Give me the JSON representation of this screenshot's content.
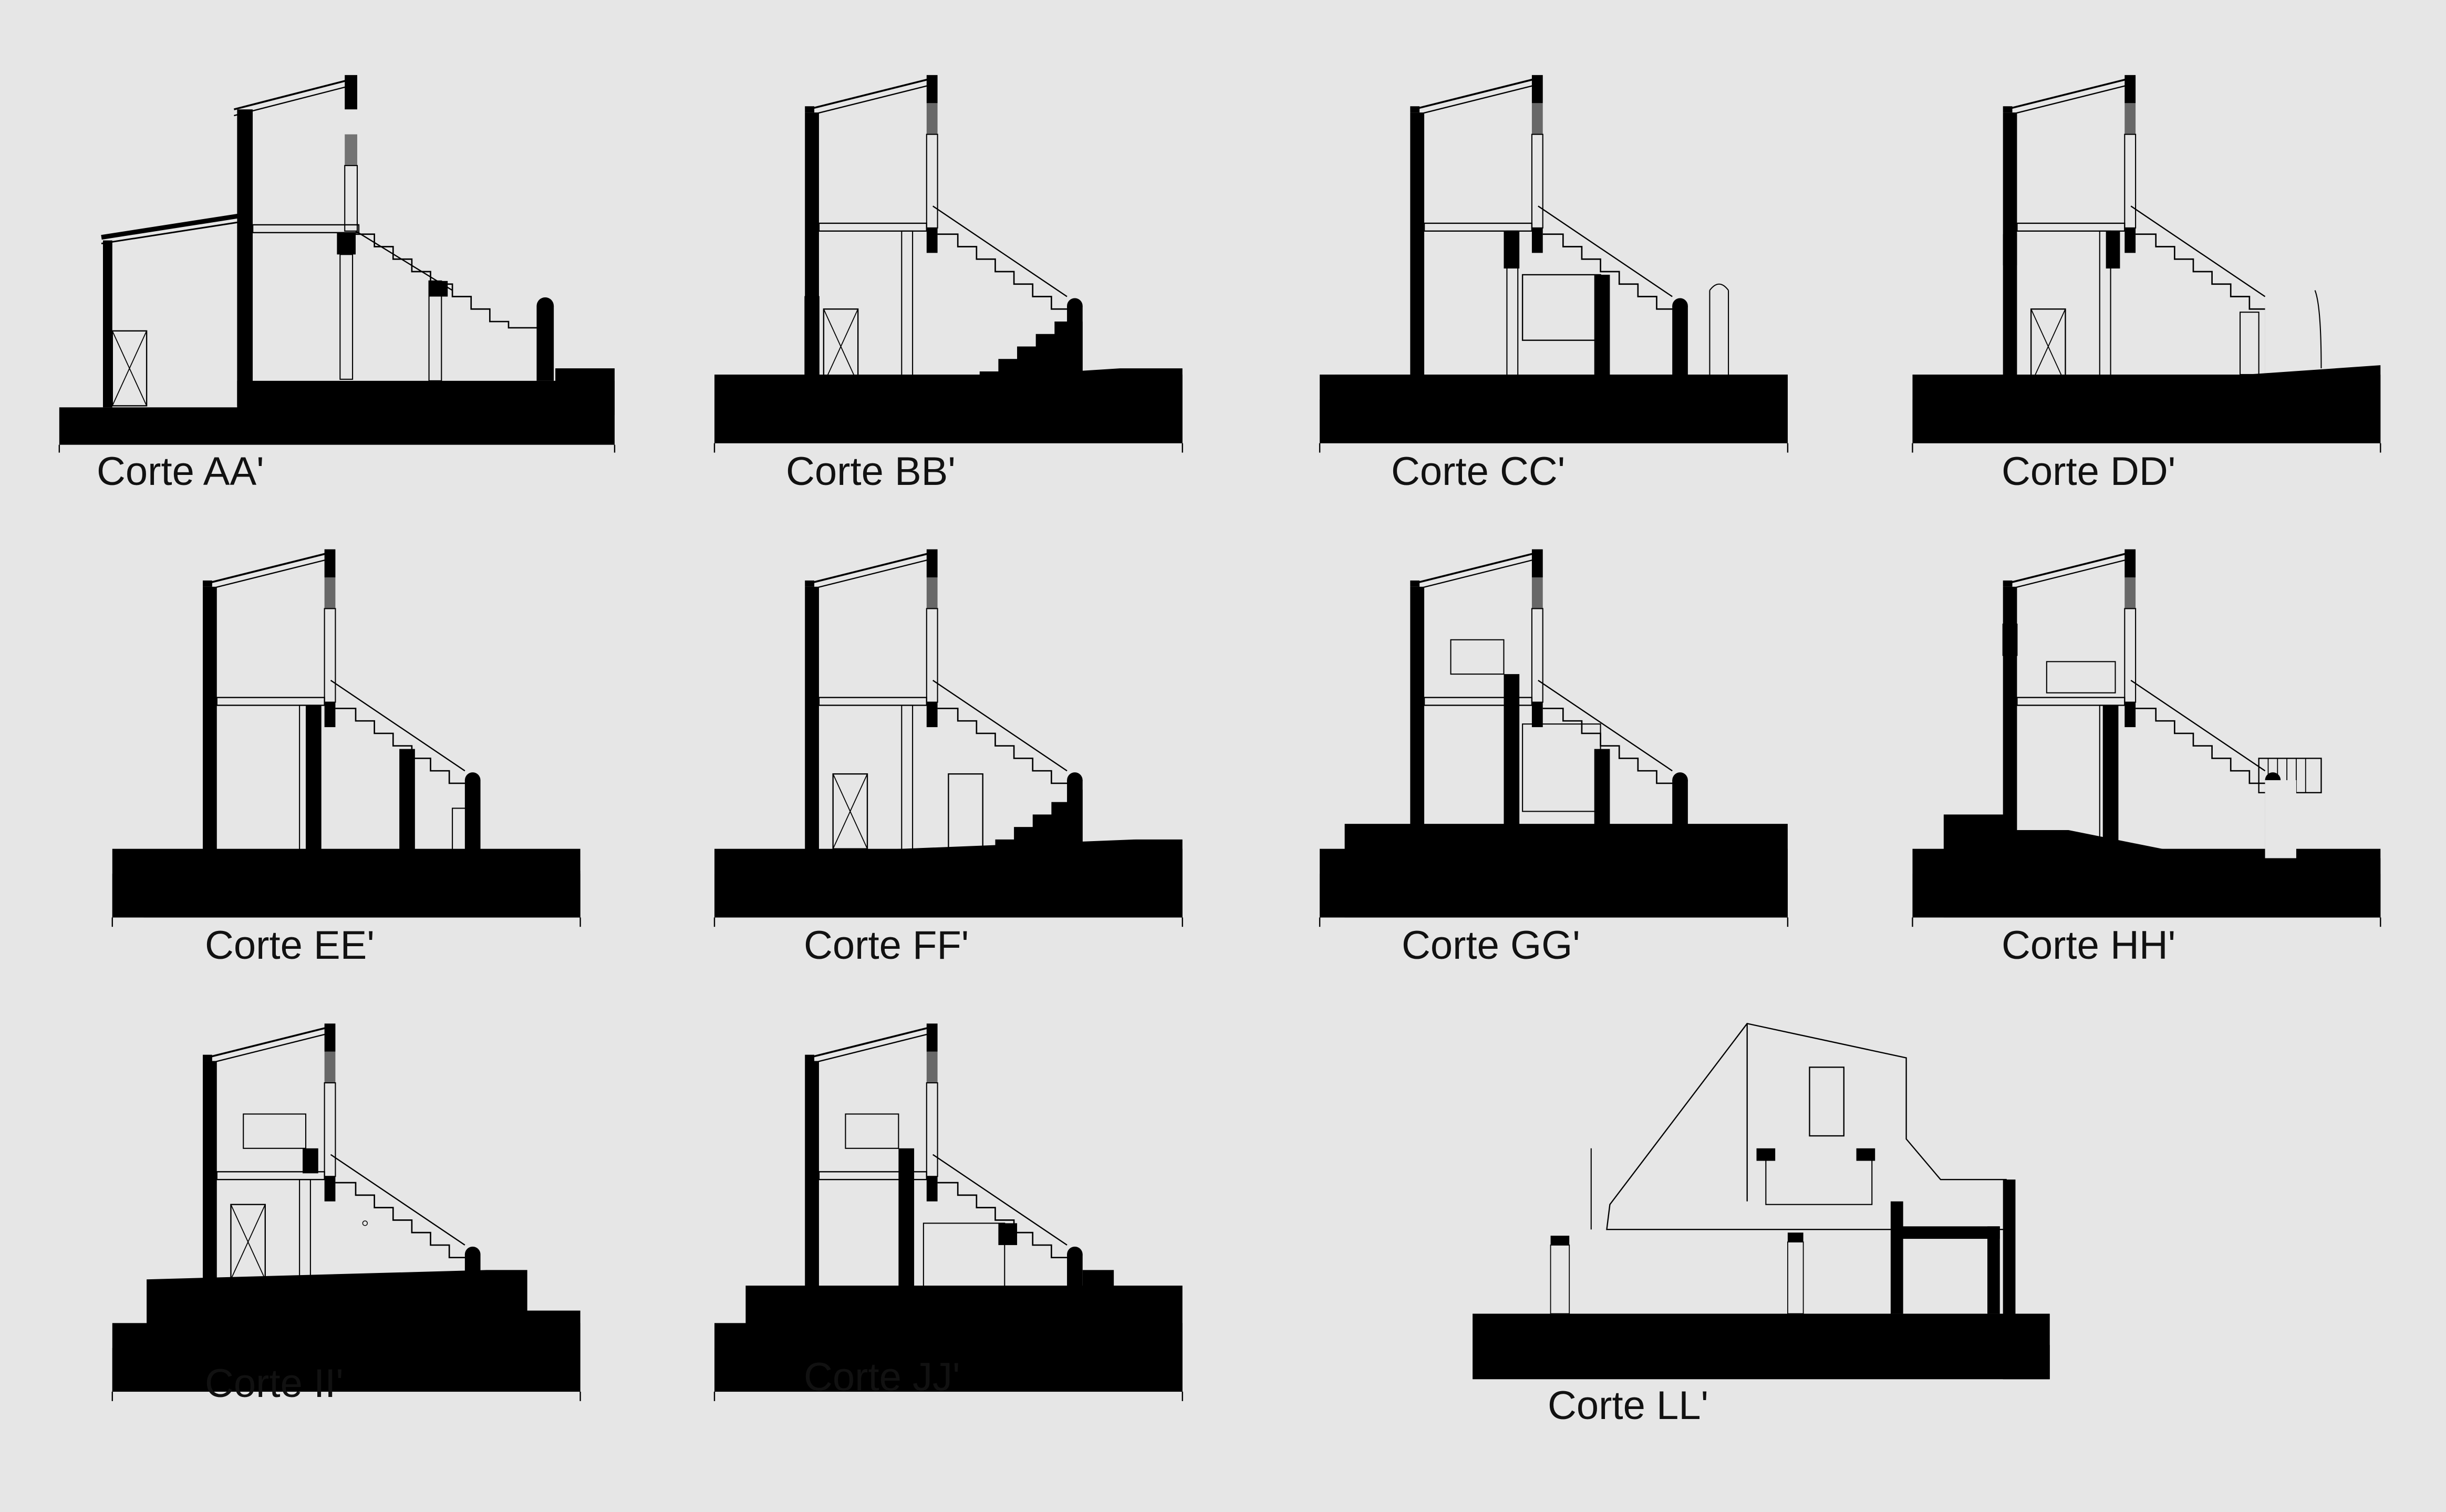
{
  "sheet": {
    "background": "#e6e6e6",
    "ink": "#000000"
  },
  "sections": [
    {
      "id": "aa",
      "label": "Corte AA'"
    },
    {
      "id": "bb",
      "label": "Corte BB'"
    },
    {
      "id": "cc",
      "label": "Corte CC'"
    },
    {
      "id": "dd",
      "label": "Corte DD'"
    },
    {
      "id": "ee",
      "label": "Corte EE'"
    },
    {
      "id": "ff",
      "label": "Corte FF'"
    },
    {
      "id": "gg",
      "label": "Corte GG'"
    },
    {
      "id": "hh",
      "label": "Corte HH'"
    },
    {
      "id": "ii",
      "label": "Corte II'"
    },
    {
      "id": "jj",
      "label": "Corte JJ'"
    },
    {
      "id": "ll",
      "label": "Corte LL'"
    }
  ]
}
